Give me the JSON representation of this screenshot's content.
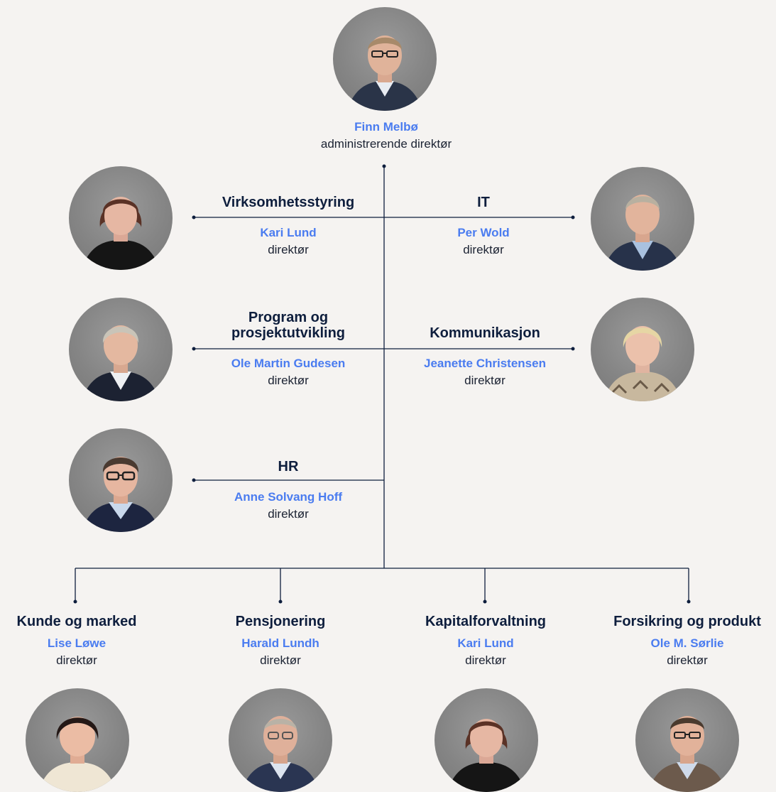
{
  "ceo": {
    "name": "Finn Melbø",
    "role": "administrerende direktør",
    "avatar": "portrait-man-glasses"
  },
  "staff": [
    {
      "dept": "Virksomhetsstyring",
      "name": "Kari Lund",
      "role": "direktør",
      "avatar": "portrait-woman-dark-hair"
    },
    {
      "dept": "IT",
      "name": "Per Wold",
      "role": "direktør",
      "avatar": "portrait-man-light-shirt"
    },
    {
      "dept_line1": "Program og",
      "dept_line2": "prosjektutvikling",
      "name": "Ole Martin Gudesen",
      "role": "direktør",
      "avatar": "portrait-man-grey-hair"
    },
    {
      "dept": "Kommunikasjon",
      "name": "Jeanette Christensen",
      "role": "direktør",
      "avatar": "portrait-woman-blonde"
    },
    {
      "dept": "HR",
      "name": "Anne Solvang Hoff",
      "role": "direktør",
      "avatar": "portrait-woman-glasses"
    }
  ],
  "divisions": [
    {
      "dept": "Kunde og marked",
      "name": "Lise Løwe",
      "role": "direktør",
      "avatar": "portrait-woman-smiling"
    },
    {
      "dept": "Pensjonering",
      "name": "Harald Lundh",
      "role": "direktør",
      "avatar": "portrait-man-older-glasses"
    },
    {
      "dept": "Kapitalforvaltning",
      "name": "Kari Lund",
      "role": "direktør",
      "avatar": "portrait-woman-dark-hair"
    },
    {
      "dept": "Forsikring og produkt",
      "name": "Ole M. Sørlie",
      "role": "direktør",
      "avatar": "portrait-man-glasses-jacket"
    }
  ],
  "colors": {
    "line": "#0e1e3d",
    "name": "#4a7cf0",
    "dept": "#0e1e3d",
    "background": "#f5f3f1"
  }
}
